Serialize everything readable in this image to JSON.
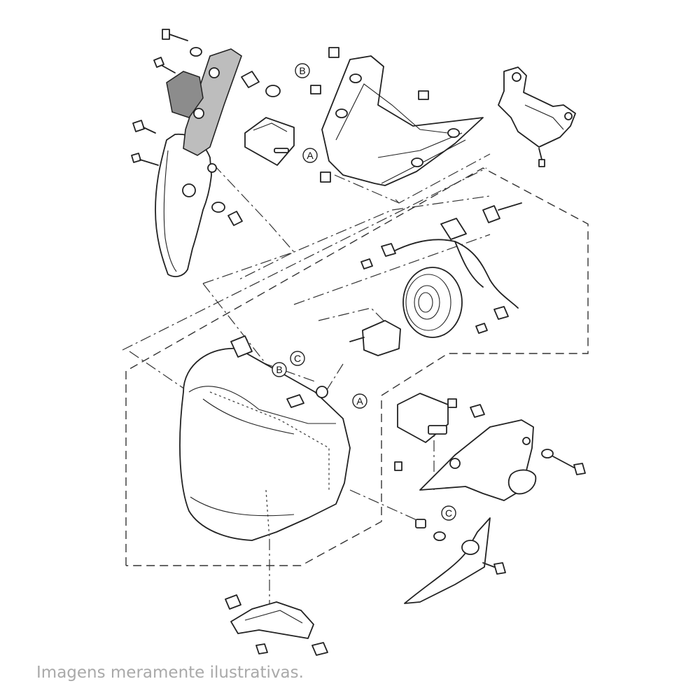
{
  "callouts": [
    {
      "id": "B-top",
      "letter": "B"
    },
    {
      "id": "A-top",
      "letter": "A"
    },
    {
      "id": "B-mid",
      "letter": "B"
    },
    {
      "id": "C-mid",
      "letter": "C"
    },
    {
      "id": "A-mid",
      "letter": "A"
    },
    {
      "id": "C-right",
      "letter": "C"
    }
  ],
  "footer": {
    "disclaimer": "Imagens meramente ilustrativas."
  }
}
